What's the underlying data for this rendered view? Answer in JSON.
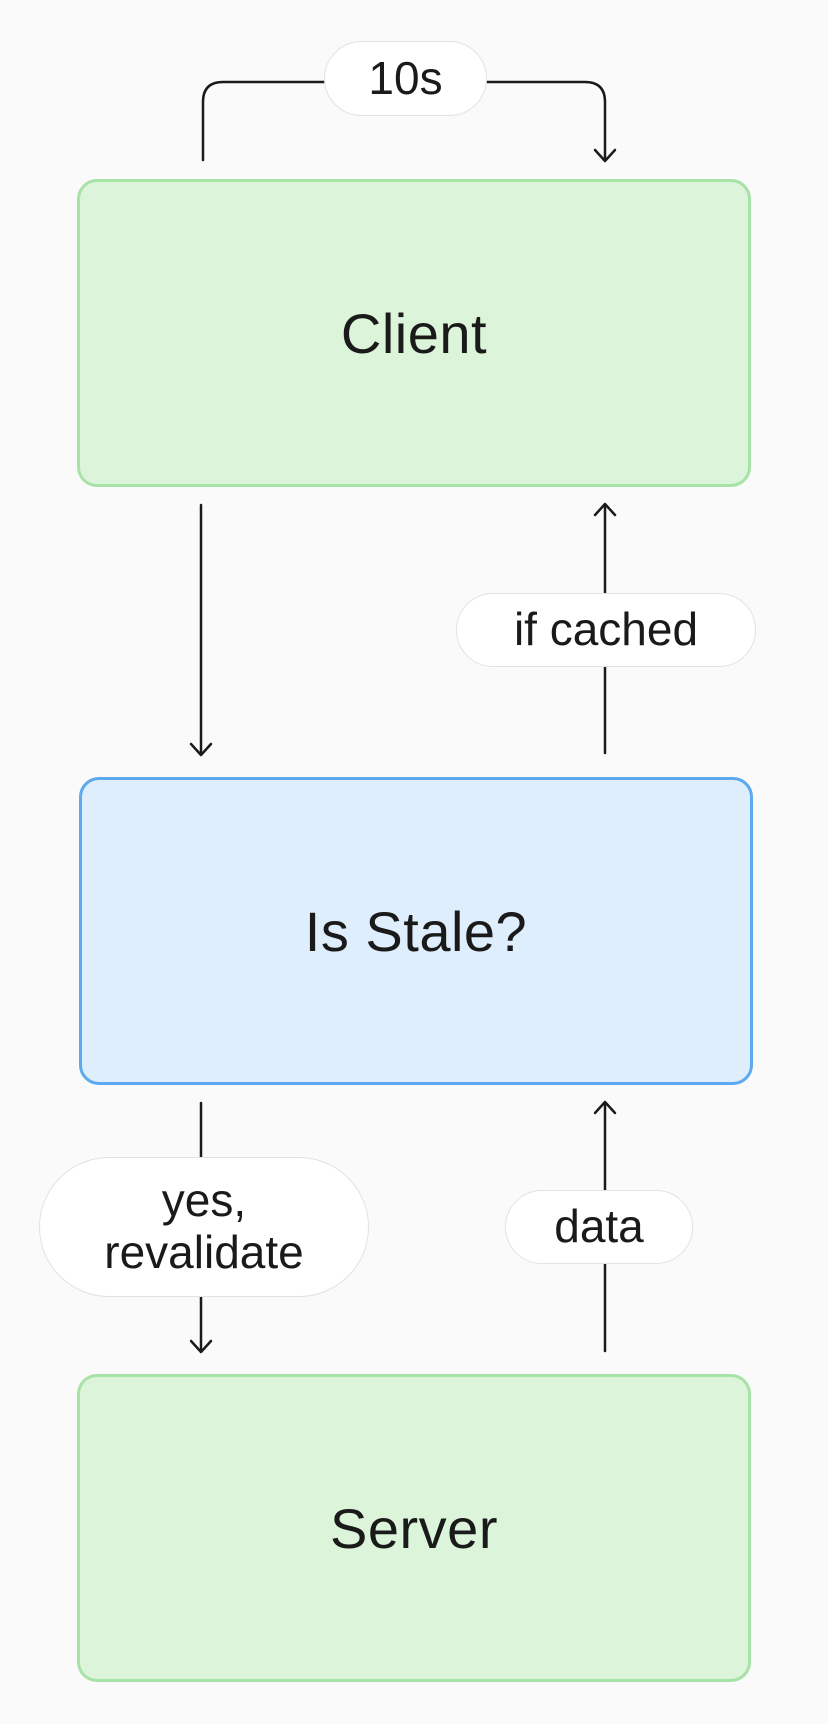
{
  "nodes": {
    "client": "Client",
    "is_stale": "Is Stale?",
    "server": "Server"
  },
  "edges": {
    "interval": "10s",
    "if_cached": "if cached",
    "revalidate": "yes,\nrevalidate",
    "data": "data"
  },
  "colors": {
    "green_fill": "#dcf5da",
    "green_border": "#a7e2a6",
    "blue_fill": "#deeefc",
    "blue_border": "#5ca9ef",
    "line": "#1a1a1a"
  }
}
